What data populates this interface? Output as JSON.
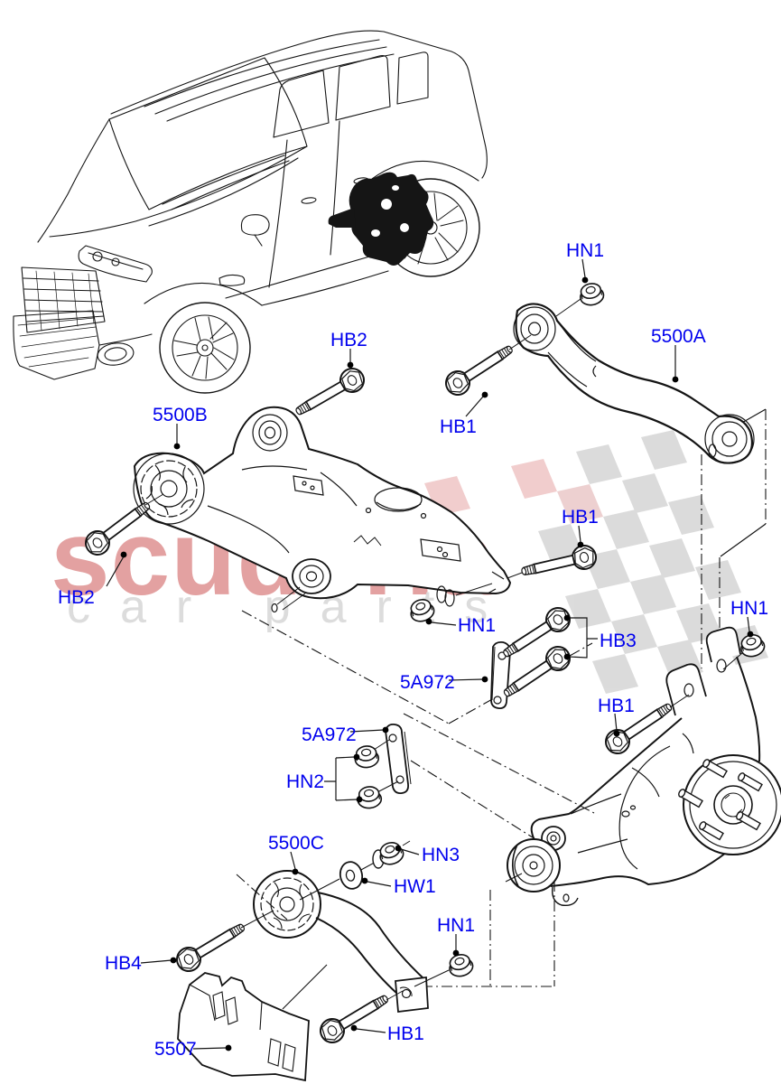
{
  "watermark": {
    "brand": "scuderia",
    "sub_brand": "car parts"
  },
  "colors": {
    "callout": "#0000ee",
    "brand": "#c63c3c",
    "brand_sub": "#d9d9d9",
    "line": "#141414"
  },
  "callouts": [
    {
      "id": "hn1-top",
      "text": "HN1"
    },
    {
      "id": "part-5500a",
      "text": "5500A"
    },
    {
      "id": "hb2-top",
      "text": "HB2"
    },
    {
      "id": "hb1-top",
      "text": "HB1"
    },
    {
      "id": "part-5500b",
      "text": "5500B"
    },
    {
      "id": "hb2-left",
      "text": "HB2"
    },
    {
      "id": "hb1-mid",
      "text": "HB1"
    },
    {
      "id": "hn1-mid",
      "text": "HN1"
    },
    {
      "id": "hb3",
      "text": "HB3"
    },
    {
      "id": "part-5a972-right",
      "text": "5A972"
    },
    {
      "id": "hb1-right",
      "text": "HB1"
    },
    {
      "id": "hn1-right",
      "text": "HN1"
    },
    {
      "id": "part-5a972-left",
      "text": "5A972"
    },
    {
      "id": "hn2",
      "text": "HN2"
    },
    {
      "id": "part-5500c",
      "text": "5500C"
    },
    {
      "id": "hn3",
      "text": "HN3"
    },
    {
      "id": "hw1",
      "text": "HW1"
    },
    {
      "id": "hb4",
      "text": "HB4"
    },
    {
      "id": "hn1-bottom",
      "text": "HN1"
    },
    {
      "id": "hb1-bottom",
      "text": "HB1"
    },
    {
      "id": "part-5507",
      "text": "5507"
    }
  ]
}
